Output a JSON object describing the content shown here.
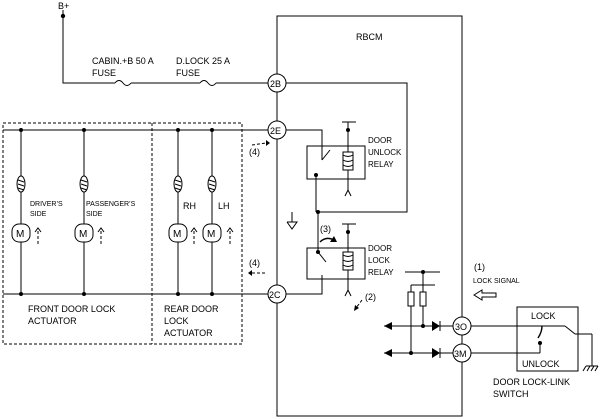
{
  "module": {
    "name": "RBCM"
  },
  "power": {
    "source": "B+"
  },
  "fuses": [
    {
      "name": "CABIN.+B 50 A",
      "type": "FUSE"
    },
    {
      "name": "D.LOCK 25 A",
      "type": "FUSE"
    }
  ],
  "terminals": {
    "t2b": "2B",
    "t2e": "2E",
    "t2c": "2C",
    "t3o": "3O",
    "t3m": "3M"
  },
  "relays": {
    "unlock": [
      "DOOR",
      "UNLOCK",
      "RELAY"
    ],
    "lock": [
      "DOOR",
      "LOCK",
      "RELAY"
    ]
  },
  "motors": {
    "driver": [
      "DRIVER’S",
      "SIDE"
    ],
    "passenger": [
      "PASSENGER’S",
      "SIDE"
    ],
    "rh": "RH",
    "lh": "LH",
    "symbol": "M"
  },
  "actuator_groups": {
    "front": [
      "FRONT DOOR LOCK",
      "ACTUATOR"
    ],
    "rear": [
      "REAR DOOR",
      "LOCK",
      "ACTUATOR"
    ]
  },
  "switch": {
    "lock": "LOCK",
    "unlock": "UNLOCK",
    "name": [
      "DOOR LOCK-LINK",
      "SWITCH"
    ]
  },
  "annotations": {
    "n1": "(1)",
    "lock_signal": "LOCK SIGNAL",
    "n2": "(2)",
    "n3": "(3)",
    "n4": "(4)"
  }
}
